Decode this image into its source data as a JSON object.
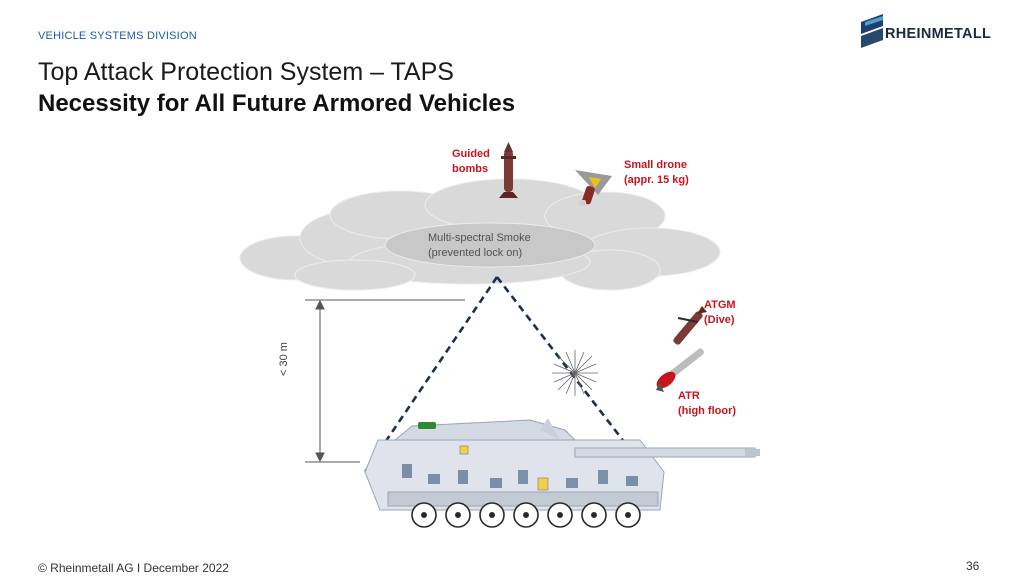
{
  "header": {
    "division": "VEHICLE SYSTEMS DIVISION",
    "logo_text": "RHEINMETALL"
  },
  "slide": {
    "title": "Top Attack Protection System – TAPS",
    "subtitle": "Necessity for All Future Armored Vehicles"
  },
  "diagram": {
    "smoke_label": "Multi-spectral Smoke\n(prevented lock on)",
    "height_label": "< 30 m",
    "threats": [
      {
        "label": "Guided\nbombs"
      },
      {
        "label": "Small drone\n(appr. 15 kg)"
      },
      {
        "label": "ATGM\n(Dive)"
      },
      {
        "label": "ATR\n(high floor)"
      }
    ],
    "colors": {
      "threat_label": "#c8141e",
      "cone_line": "#1b2e4f",
      "smoke": "#d9d9d9",
      "tank": "#dfe4ec"
    }
  },
  "footer": {
    "copyright": "© Rheinmetall AG I December 2022",
    "page_number": "36"
  }
}
